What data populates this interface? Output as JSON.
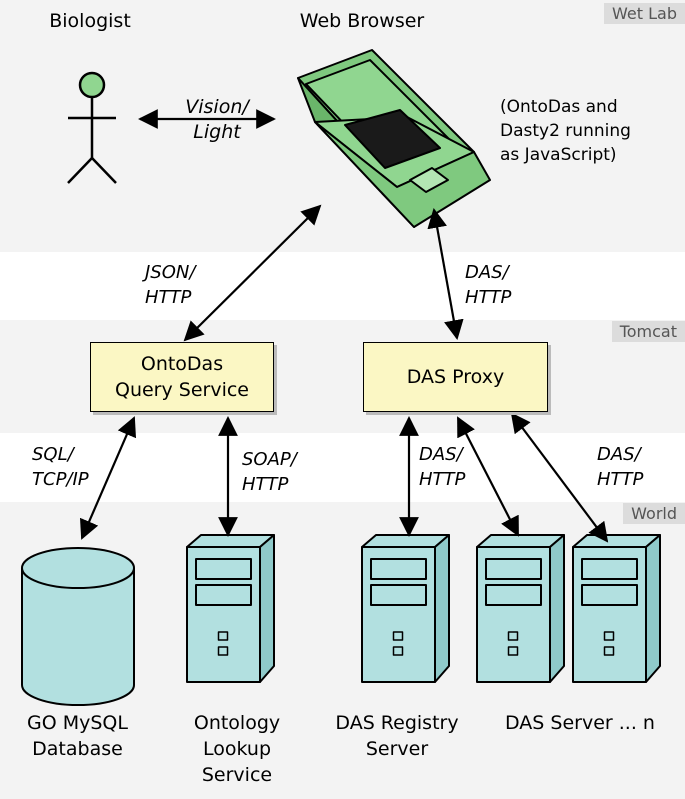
{
  "zones": {
    "wet_lab": "Wet Lab",
    "tomcat": "Tomcat",
    "world": "World"
  },
  "actors": {
    "biologist": "Biologist",
    "web_browser": "Web Browser"
  },
  "browser_note": [
    "(OntoDas and",
    "Dasty2 running",
    "as JavaScript)"
  ],
  "services": {
    "ontodas": [
      "OntoDas",
      "Query Service"
    ],
    "das_proxy": "DAS Proxy"
  },
  "connections": {
    "vision": [
      "Vision/",
      "Light"
    ],
    "json": [
      "JSON/",
      "HTTP"
    ],
    "das_browser": [
      "DAS/",
      "HTTP"
    ],
    "sql": [
      "SQL/",
      "TCP/IP"
    ],
    "soap": [
      "SOAP/",
      "HTTP"
    ],
    "das_registry": [
      "DAS/",
      "HTTP"
    ],
    "das_server": [
      "DAS/",
      "HTTP"
    ]
  },
  "resources": {
    "go_db": [
      "GO MySQL",
      "Database"
    ],
    "ols": [
      "Ontology",
      "Lookup",
      "Service"
    ],
    "das_registry": [
      "DAS Registry",
      "Server"
    ],
    "das_server": "DAS Server ... n"
  },
  "colors": {
    "green": "#90d690",
    "cyan": "#b2e0e0",
    "yellow": "#fbf7c4",
    "band": "#f3f3f3"
  }
}
